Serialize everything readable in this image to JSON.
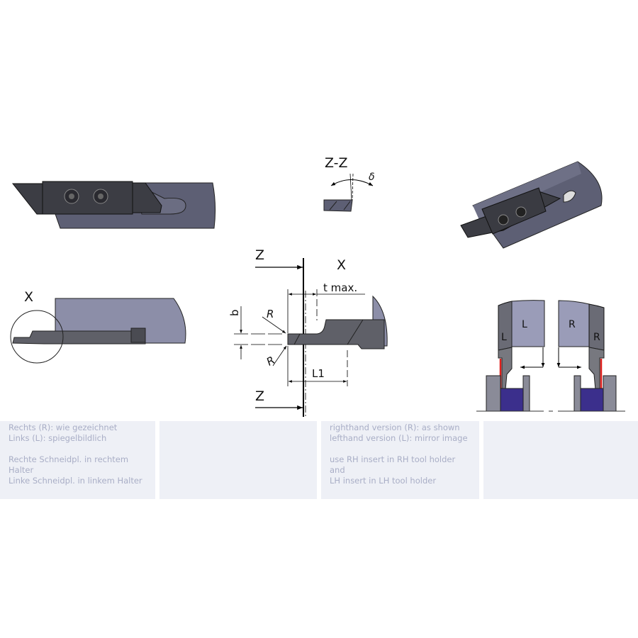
{
  "views": {
    "section_label": "Z-Z",
    "angle_symbol": "δ",
    "detail_label": "X",
    "cut_label": "Z",
    "dimensions": {
      "t_max": "t max.",
      "b": "b",
      "radius": "R",
      "l1": "L1"
    },
    "hand_labels": {
      "left": "L",
      "right": "R"
    }
  },
  "info_boxes": {
    "german": {
      "line1": "Rechts (R): wie gezeichnet",
      "line2": "Links (L): spiegelbildlich",
      "line3": "Rechte Schneidpl. in rechtem Halter",
      "line4": "Linke Schneidpl. in linkem Halter"
    },
    "english": {
      "line1": "righthand version (R): as shown",
      "line2": "lefthand version (L): mirror image",
      "line3": "use RH insert in RH tool holder and",
      "line4": "LH insert in LH tool holder"
    }
  },
  "colors": {
    "holder": "#5d5f74",
    "insert": "#3c3d44",
    "block": "#9a9cb8",
    "workpiece": "#3b2f8c",
    "edge_highlight": "#e0201e"
  }
}
